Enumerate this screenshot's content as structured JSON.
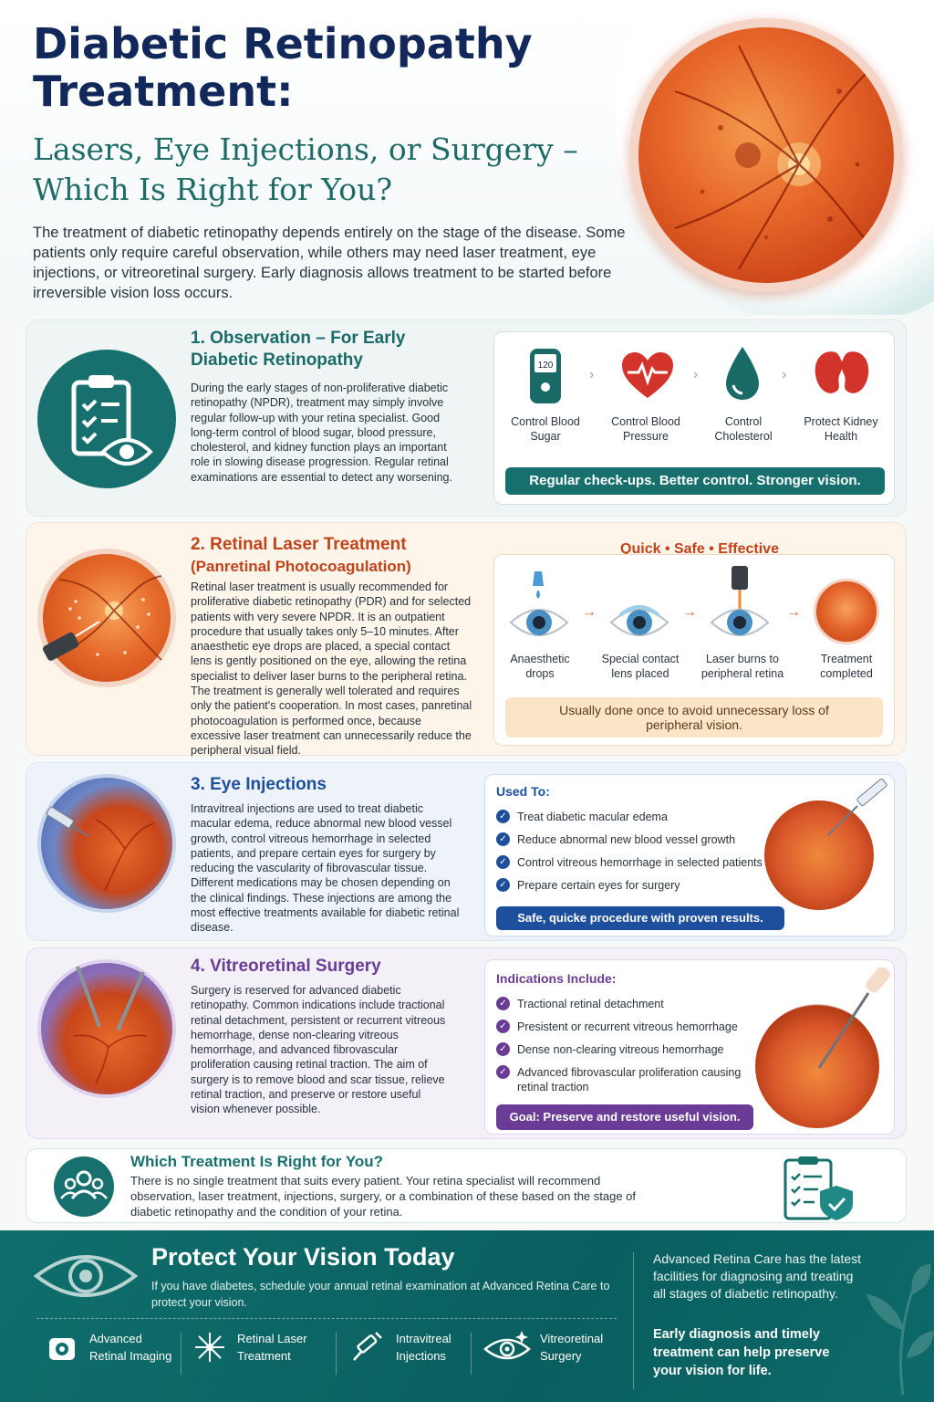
{
  "header": {
    "title": "Diabetic Retinopathy Treatment:",
    "subtitle": "Lasers, Eye Injections, or Surgery – Which Is Right for You?",
    "intro": "The treatment of diabetic retinopathy depends entirely on the stage of the disease. Some patients only require careful observation, while others may need laser treatment, eye injections, or vitreoretinal surgery. Early diagnosis allows treatment to be started before irreversible vision loss occurs."
  },
  "observation": {
    "title": "1. Observation – For Early Diabetic Retinopathy",
    "body": "During the early stages of non-proliferative diabetic retinopathy (NPDR), treatment may simply involve regular follow-up with your retina specialist. Good long-term control of blood sugar, blood pressure, cholesterol, and kidney function plays an important role in slowing disease progression. Regular retinal examinations are essential to detect any worsening.",
    "meter_value": "120",
    "steps": [
      "Control Blood Sugar",
      "Control Blood Pressure",
      "Control Cholesterol",
      "Protect Kidney Health"
    ],
    "banner": "Regular check-ups. Better control. Stronger vision."
  },
  "laser": {
    "title": "2. Retinal Laser Treatment",
    "subtitle": "(Panretinal Photocoagulation)",
    "body": "Retinal laser treatment is usually recommended for proliferative diabetic retinopathy (PDR) and for selected patients with very severe NPDR. It is an outpatient procedure that usually takes only 5–10 minutes. After anaesthetic eye drops are placed, a special contact lens is gently positioned on the eye, allowing the retina specialist to deliver laser burns to the peripheral retina. The treatment is generally well tolerated and requires only the patient's cooperation. In most cases, panretinal photocoagulation is performed once, because excessive laser treatment can unnecessarily reduce the peripheral visual field.",
    "tagline": "Quick • Safe • Effective",
    "steps": [
      "Anaesthetic drops",
      "Special contact lens placed",
      "Laser burns to peripheral retina",
      "Treatment completed"
    ],
    "banner": "Usually done once to avoid unnecessary loss of peripheral vision."
  },
  "injections": {
    "title": "3. Eye Injections",
    "body": "Intravitreal injections are used to treat diabetic macular edema, reduce abnormal new blood vessel growth, control vitreous hemorrhage in selected patients, and prepare certain eyes for surgery by reducing the vascularity of fibrovascular tissue. Different medications may be chosen depending on the clinical findings. These injections are among the most effective treatments available for diabetic retinal disease.",
    "list_title": "Used To:",
    "items": [
      "Treat diabetic macular edema",
      "Reduce abnormal new blood vessel growth",
      "Control vitreous hemorrhage in selected patients",
      "Prepare certain eyes for surgery"
    ],
    "banner": "Safe, quicke procedure with proven results."
  },
  "surgery": {
    "title": "4. Vitreoretinal Surgery",
    "body": "Surgery is reserved for advanced diabetic retinopathy. Common indications include tractional retinal detachment, persistent or recurrent vitreous hemorrhage, dense non-clearing vitreous hemorrhage, and advanced fibrovascular proliferation causing retinal traction. The aim of surgery is to remove blood and scar tissue, relieve retinal traction, and preserve or restore useful vision whenever possible.",
    "list_title": "Indications Include:",
    "items": [
      "Tractional retinal detachment",
      "Presistent or recurrent vitreous hemorrhage",
      "Dense non-clearing vitreous hemorrhage",
      "Advanced fibrovascular proliferation causing retinal traction"
    ],
    "banner": "Goal: Preserve and restore useful vision."
  },
  "which": {
    "title": "Which Treatment Is Right for You?",
    "body": "There is no single treatment that suits every patient. Your retina specialist will recommend observation, laser treatment, injections, surgery, or a combination of these based on the stage of diabetic retinopathy and the condition of your retina."
  },
  "footer": {
    "title": "Protect Your Vision Today",
    "text": "If you have diabetes, schedule your annual retinal examination at Advanced Retina Care to protect your vision.",
    "services": [
      "Advanced Retinal Imaging",
      "Retinal Laser Treatment",
      "Intravitreal Injections",
      "Vitreoretinal Surgery"
    ],
    "right_text": "Advanced Retina Care has the latest facilities for diagnosing and treating all stages of diabetic retinopathy.",
    "right_bold": "Early diagnosis and timely treatment can help preserve your vision for life."
  },
  "colors": {
    "navy": "#12285a",
    "teal": "#1a7471",
    "laser_red": "#c0431a",
    "injection_blue": "#1d4f9c",
    "surgery_purple": "#6a3c96"
  }
}
